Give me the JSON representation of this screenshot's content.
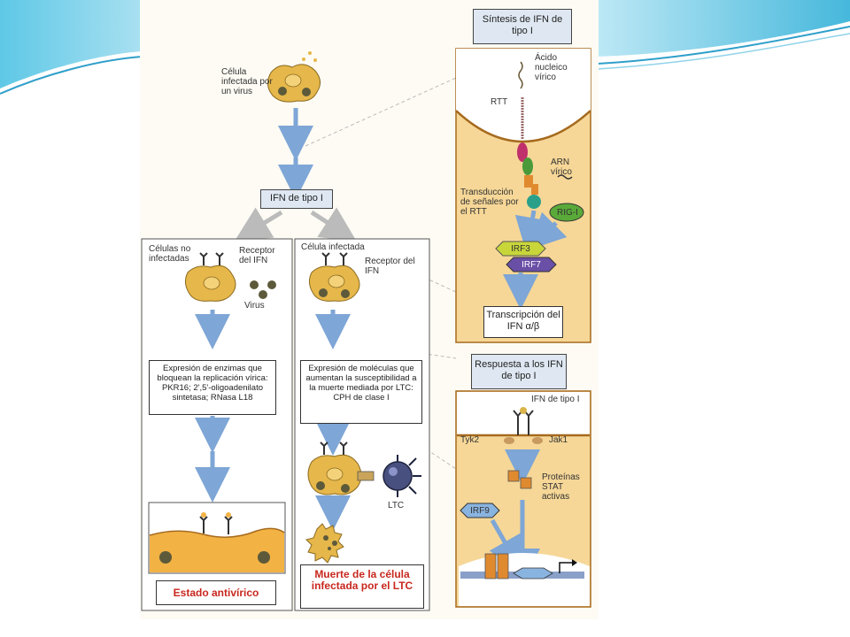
{
  "left": {
    "infected_cell_label": "Célula infectada por un virus",
    "ifn_box": "IFN de tipo I",
    "uninfected_title": "Células no infectadas",
    "receptor_left": "Receptor del IFN",
    "virus_label": "Virus",
    "infected_title": "Célula infectada",
    "receptor_right": "Receptor del IFN",
    "enzymes_box": "Expresión de enzimas que bloquean la replicación vírica: PKR16; 2',5'-oligoadenilato sintetasa; RNasa L18",
    "molecules_box": "Expresión de moléculas que aumentan la susceptibilidad a la muerte mediada por LTC: CPH de clase I",
    "ltc_label": "LTC",
    "antiviral_state": "Estado antivírico",
    "death_label": "Muerte de la célula infectada por el LTC"
  },
  "synthesis": {
    "title": "Síntesis de IFN de tipo I",
    "nucleic_acid": "Ácido nucleico vírico",
    "rtt": "RTT",
    "arn": "ARN vírico",
    "transduction": "Transducción de señales por el RTT",
    "rigi": "RIG-I",
    "irf3": "IRF3",
    "irf7": "IRF7",
    "transcription": "Transcripción del IFN α/β"
  },
  "response": {
    "title": "Respuesta a los IFN de tipo I",
    "ifn_label": "IFN de tipo I",
    "tyk2": "Tyk2",
    "jak1": "Jak1",
    "stat": "Proteínas STAT activas",
    "irf9": "IRF9"
  },
  "colors": {
    "arrow": "#7ea6d6",
    "cell": "#e6b74a",
    "cytoplasm": "#f6d797",
    "membrane": "#a66a1e",
    "red_text": "#c8281e",
    "title_bg": "#dfe8f2",
    "slide_teal": "#3fb6d8"
  }
}
